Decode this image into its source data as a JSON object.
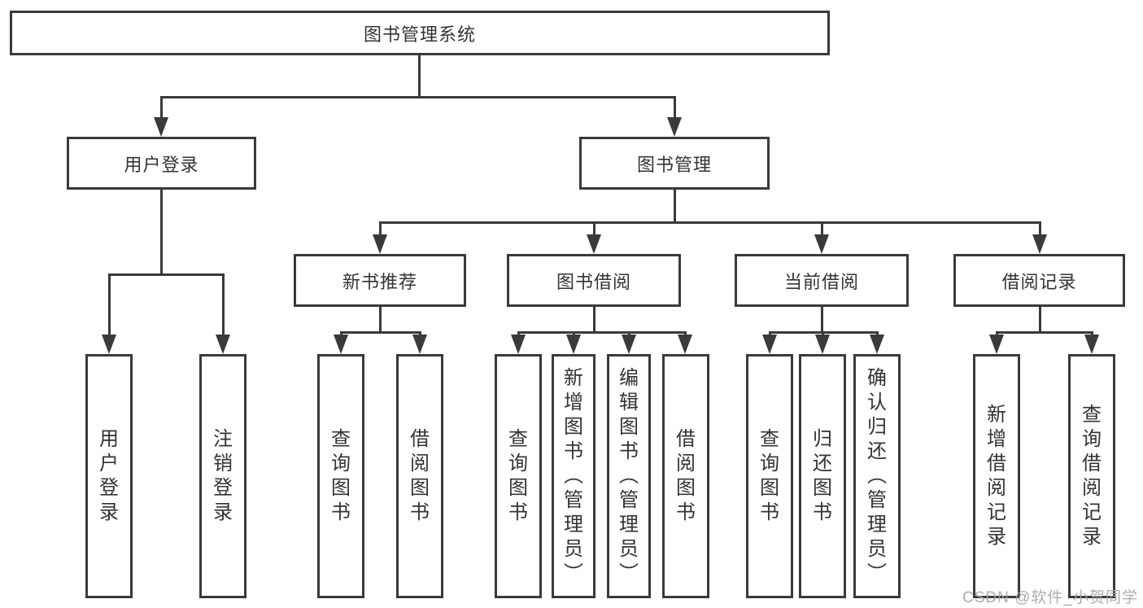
{
  "diagram": {
    "title": "图书管理系统",
    "root": {
      "label": "图书管理系统"
    },
    "level2": [
      {
        "label": "用户登录"
      },
      {
        "label": "图书管理"
      }
    ],
    "level3": [
      {
        "label": "新书推荐"
      },
      {
        "label": "图书借阅"
      },
      {
        "label": "当前借阅"
      },
      {
        "label": "借阅记录"
      }
    ],
    "leaves": [
      {
        "label": "用户登录"
      },
      {
        "label": "注销登录"
      },
      {
        "label": "查询图书"
      },
      {
        "label": "借阅图书"
      },
      {
        "label": "查询图书"
      },
      {
        "label": "新增图书（管理员）"
      },
      {
        "label": "编辑图书（管理员）"
      },
      {
        "label": "借阅图书"
      },
      {
        "label": "查询图书"
      },
      {
        "label": "归还图书"
      },
      {
        "label": "确认归还（管理员）"
      },
      {
        "label": "新增借阅记录"
      },
      {
        "label": "查询借阅记录"
      }
    ]
  },
  "watermark": {
    "text": "CSDN @软件_小贺同学",
    "color": "#a8a8a8"
  },
  "colors": {
    "line": "#3a3a3a",
    "box_border": "#3a3a3a",
    "text": "#333333",
    "background": "#ffffff"
  }
}
